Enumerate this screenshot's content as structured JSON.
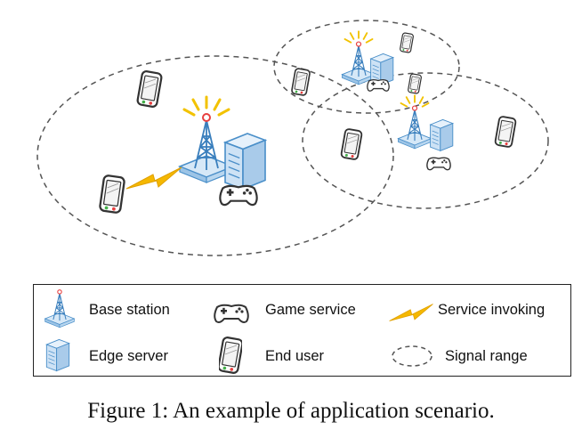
{
  "legend": {
    "base_station": "Base station",
    "game_service": "Game service",
    "service_invoking": "Service invoking",
    "edge_server": "Edge server",
    "end_user": "End user",
    "signal_range": "Signal range"
  },
  "caption": "Figure 1: An example of application scenario.",
  "colors": {
    "tower_blue": "#4a8fc9",
    "server_fill": "#d6e8f7",
    "signal_yellow": "#f2c200",
    "lightning": "#f5b800",
    "beacon_red": "#e84040",
    "phone_dark": "#333333",
    "dash_gray": "#555555"
  },
  "icons": [
    "base-station-icon",
    "edge-server-icon",
    "game-controller-icon",
    "phone-icon",
    "lightning-icon",
    "signal-range-icon"
  ]
}
